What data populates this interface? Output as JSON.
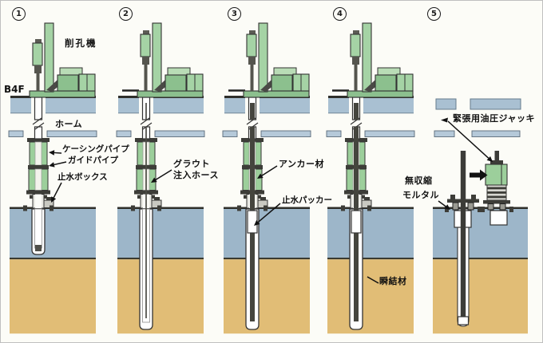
{
  "diagram_title_visible": false,
  "colors": {
    "machine_green": "#a5d3a5",
    "machine_green_mid": "#8cc08e",
    "casing_green": "#9ccf9b",
    "slab_blue": "#a9c0d2",
    "bottom_slab_blue": "#9db6c9",
    "platform_blue": "#b5c9d9",
    "soil_tan": "#e1bd76",
    "line_dark": "#2f2f2b",
    "background": "#fcfcf7"
  },
  "panels": [
    {
      "step": "1",
      "labels": {
        "machine": "削孔機",
        "floor": "B4F",
        "platform": "ホーム",
        "casing_pipe": "ケーシングパイプ",
        "guide_pipe": "ガイドパイプ",
        "water_stop_box": "止水ボックス"
      }
    },
    {
      "step": "2",
      "labels": {
        "grout_hose_line1": "グラウト",
        "grout_hose_line2": "注入ホース"
      }
    },
    {
      "step": "3",
      "labels": {
        "anchor_material": "アンカー材",
        "water_stop_packer": "止水パッカー"
      }
    },
    {
      "step": "4",
      "labels": {
        "quick_setting_material": "瞬結材"
      }
    },
    {
      "step": "5",
      "labels": {
        "tensioning_jack": "緊張用油圧ジャッキ",
        "non_shrink_mortar_line1": "無収縮",
        "non_shrink_mortar_line2": "モルタル"
      }
    }
  ]
}
